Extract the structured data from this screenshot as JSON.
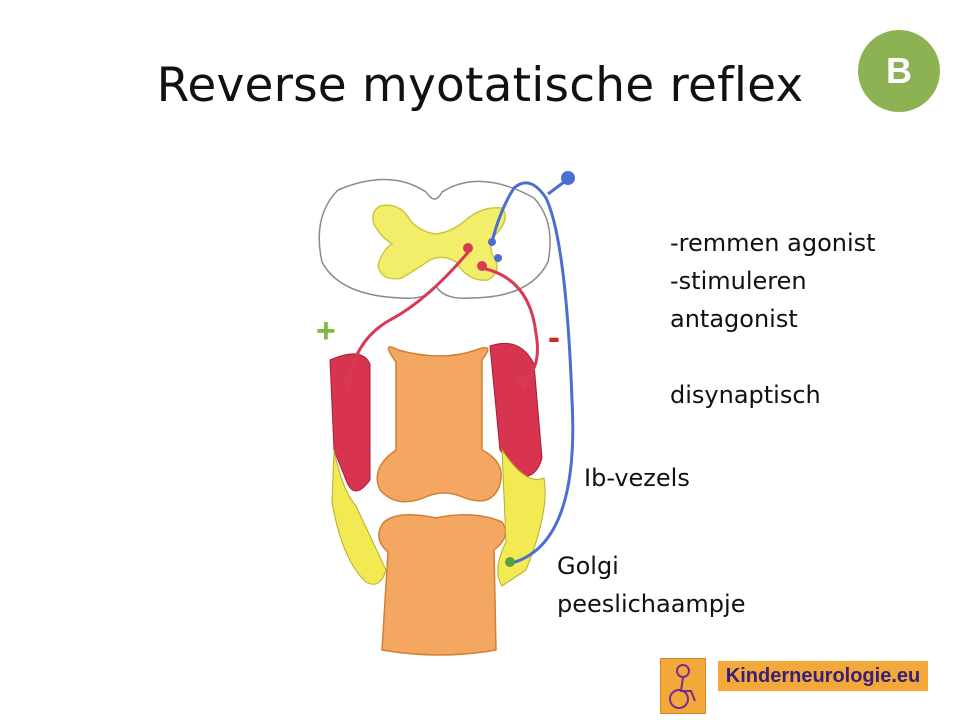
{
  "slide": {
    "title": "Reverse myotatische reflex",
    "badge": "B",
    "badge_color": "#8db254"
  },
  "diagram": {
    "signs": {
      "excitatory": "+",
      "inhibitory": "-"
    },
    "notes": [
      "-remmen agonist",
      "-stimuleren",
      "antagonist",
      "disynaptisch"
    ],
    "label_fibers": "Ib-vezels",
    "label_golgi": [
      "Golgi",
      "peeslichaampje"
    ],
    "colors": {
      "muscle": "#d8344f",
      "tendon": "#f2ea52",
      "bone": "#f4a761",
      "grey_matter": "#f2ee6a",
      "motor_neuron": "#d83a55",
      "sensory_neuron": "#4a6fd1",
      "plus": "#7dbb43",
      "minus": "#d1252b"
    }
  },
  "footer": {
    "brand": "Kinderneurologie.eu",
    "logo_icon": "child-wheelchair-icon"
  }
}
